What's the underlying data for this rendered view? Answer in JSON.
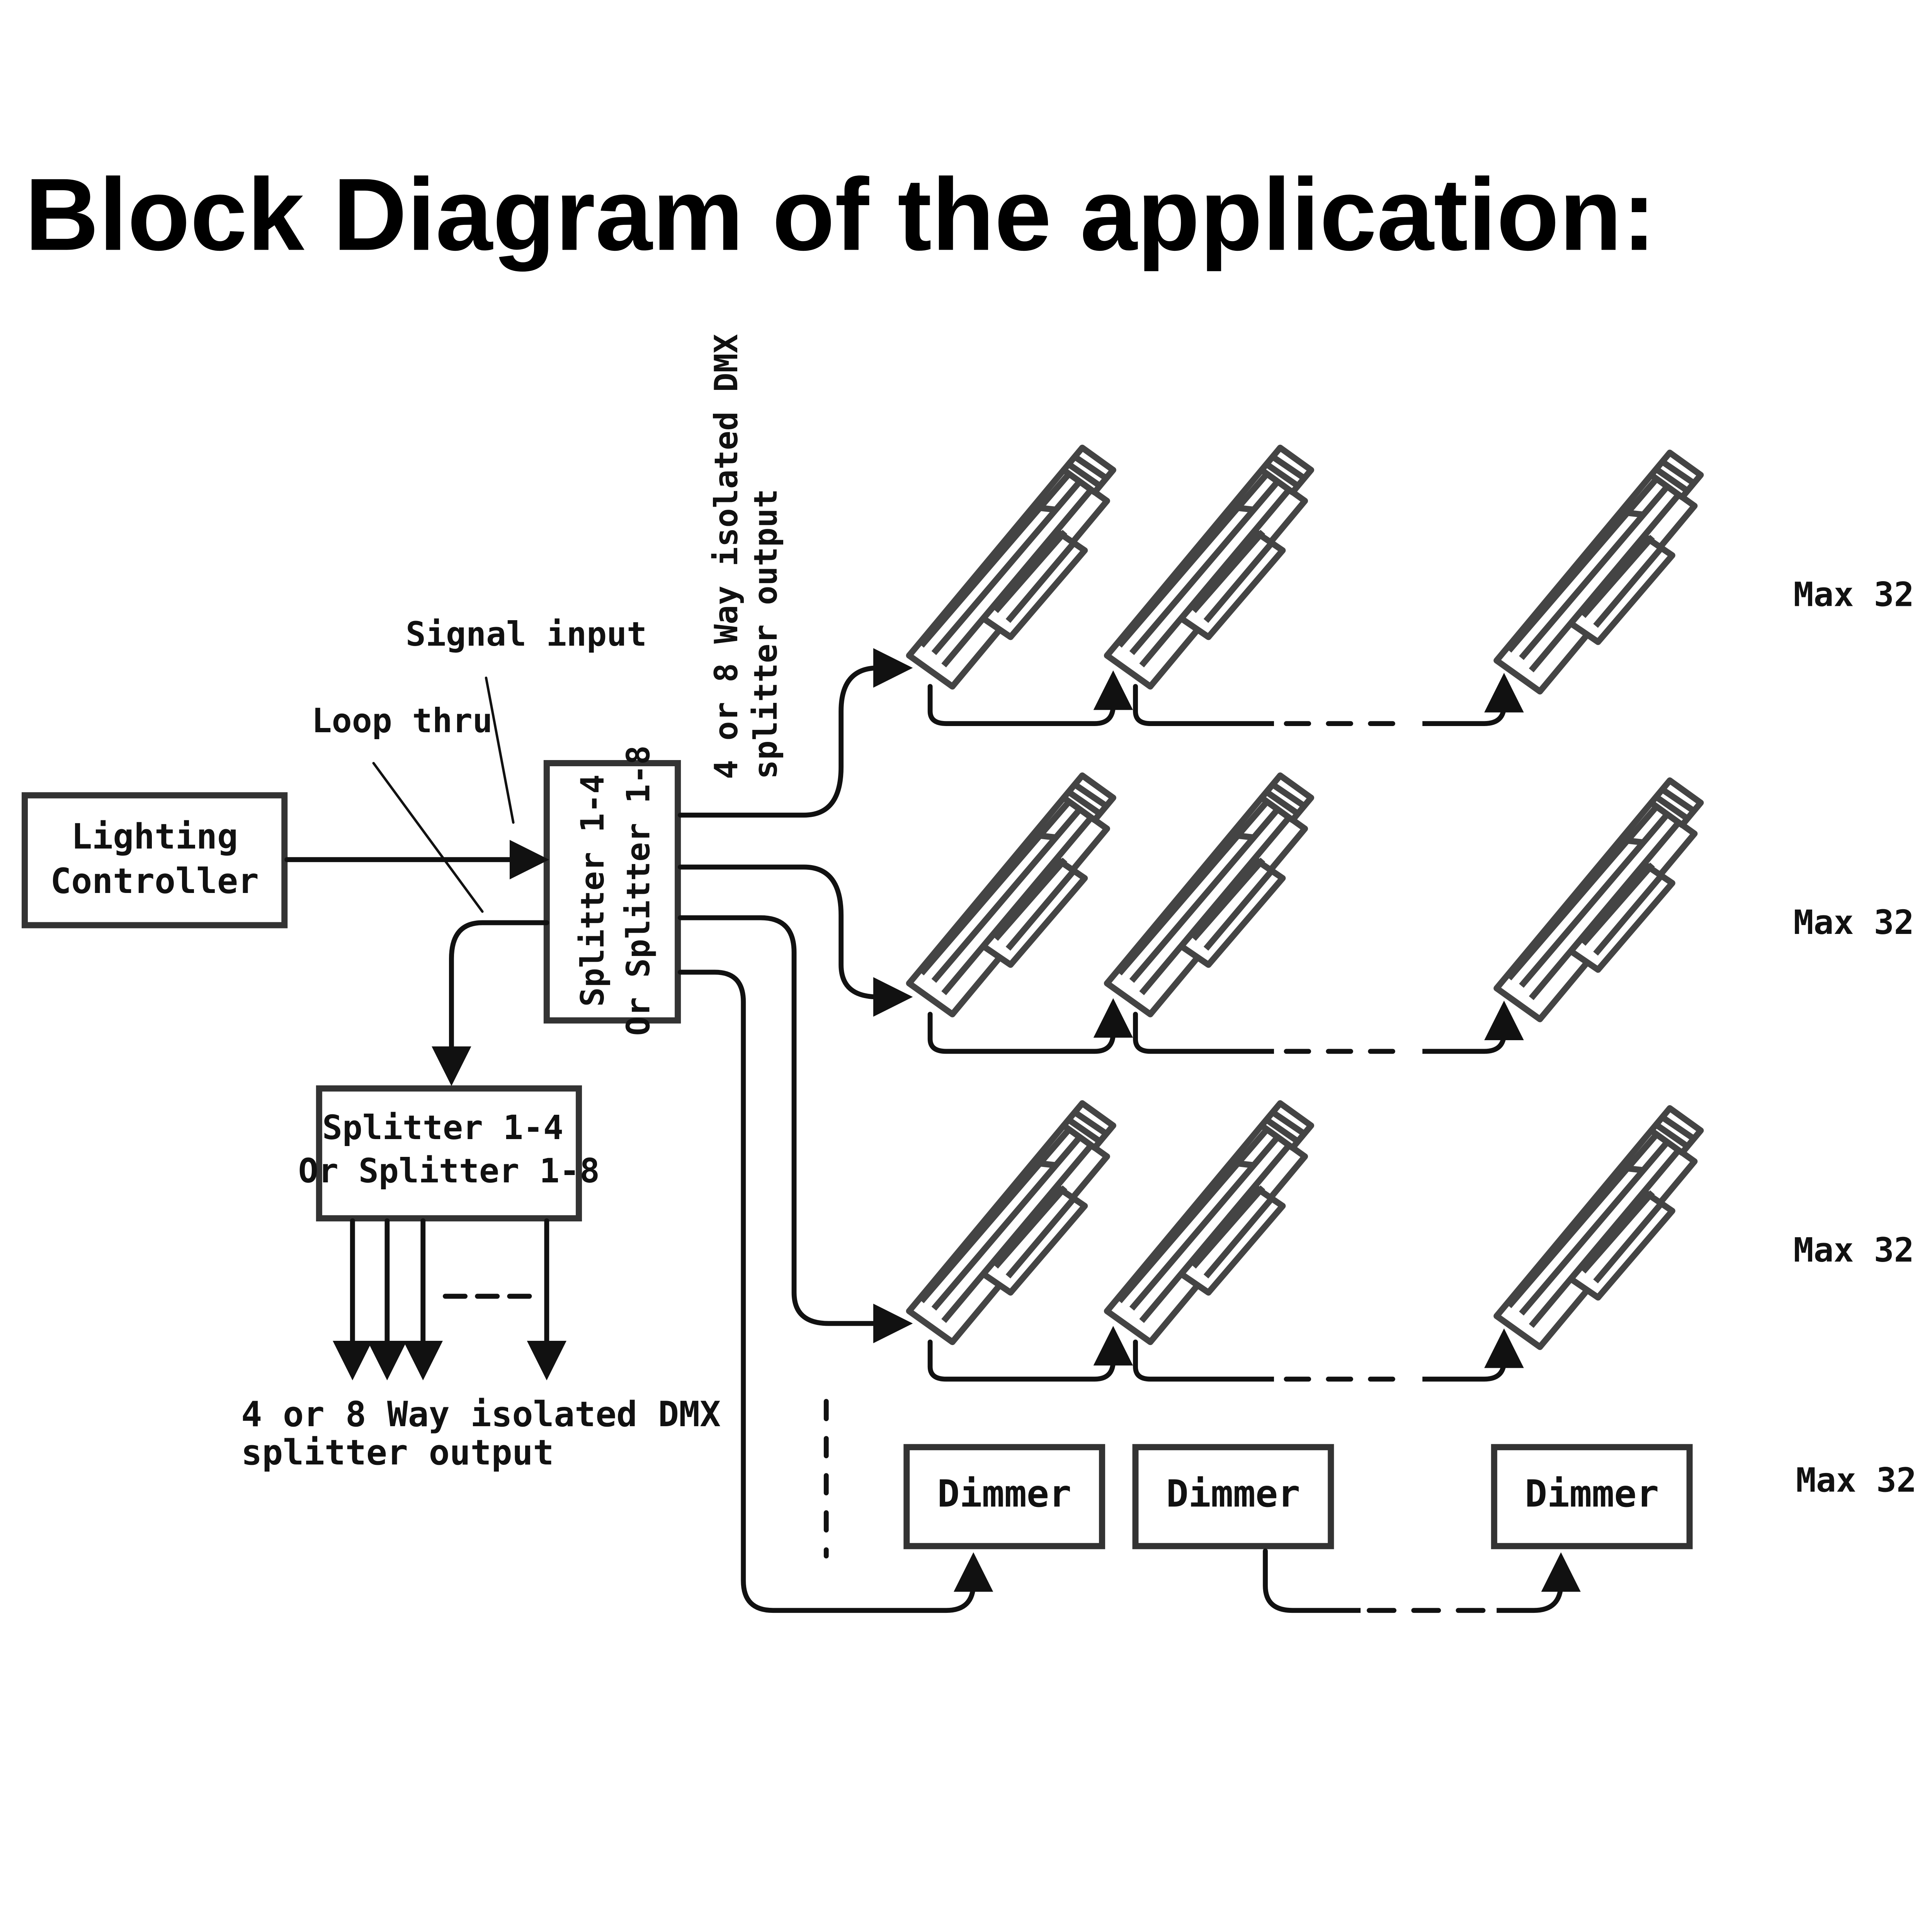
{
  "title": "Block Diagram of the application:",
  "nodes": {
    "lighting_controller": {
      "line1": "Lighting",
      "line2": "Controller"
    },
    "main_splitter": {
      "line1": "Splitter 1-4",
      "line2": "Or Splitter 1-8"
    },
    "secondary_splitter": {
      "line1": "Splitter 1-4",
      "line2": "Or Splitter 1-8"
    }
  },
  "labels": {
    "signal_input": "Signal input",
    "loop_thru": "Loop thru",
    "main_output_line1": "4 or 8 Way isolated DMX",
    "main_output_line2": "splitter output",
    "secondary_output_line1": "4 or 8 Way isolated DMX",
    "secondary_output_line2": "splitter output"
  },
  "rows": [
    {
      "type": "fixture",
      "fixtures": 3,
      "max_label": "Max 32"
    },
    {
      "type": "fixture",
      "fixtures": 3,
      "max_label": "Max 32"
    },
    {
      "type": "fixture",
      "fixtures": 3,
      "max_label": "Max 32"
    },
    {
      "type": "dimmer",
      "items": [
        "Dimmer",
        "Dimmer",
        "Dimmer"
      ],
      "max_label": "Max 32"
    }
  ],
  "icons": [
    "fixture-icon",
    "arrow-icon"
  ],
  "colors": {
    "line": "#111111",
    "box_border": "#333333",
    "background": "#ffffff"
  }
}
